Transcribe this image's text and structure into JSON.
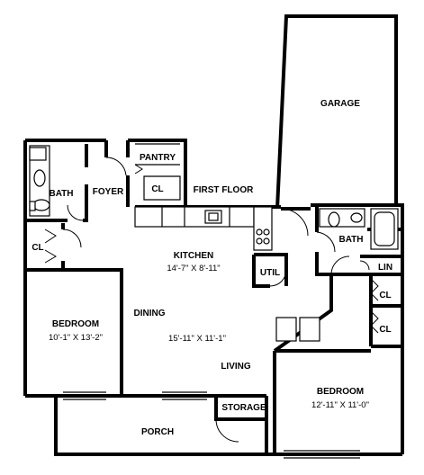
{
  "floor_label": "FIRST FLOOR",
  "rooms": {
    "garage": "GARAGE",
    "pantry": "PANTRY",
    "pantry_closet": "CL",
    "bath_left": "BATH",
    "foyer": "FOYER",
    "closet_left": "CL",
    "kitchen": "KITCHEN",
    "kitchen_dim": "14'-7\" X 8'-11\"",
    "util": "UTIL",
    "bath_right": "BATH",
    "lin": "LIN",
    "closet_right_1": "CL",
    "closet_right_2": "CL",
    "bedroom_left": "BEDROOM",
    "bedroom_left_dim": "10'-1\" X 13'-2\"",
    "dining": "DINING",
    "living_dim": "15'-11\" X 11'-1\"",
    "living": "LIVING",
    "bedroom_right": "BEDROOM",
    "bedroom_right_dim": "12'-11\" X 11'-0\"",
    "storage": "STORAGE",
    "porch": "PORCH"
  }
}
